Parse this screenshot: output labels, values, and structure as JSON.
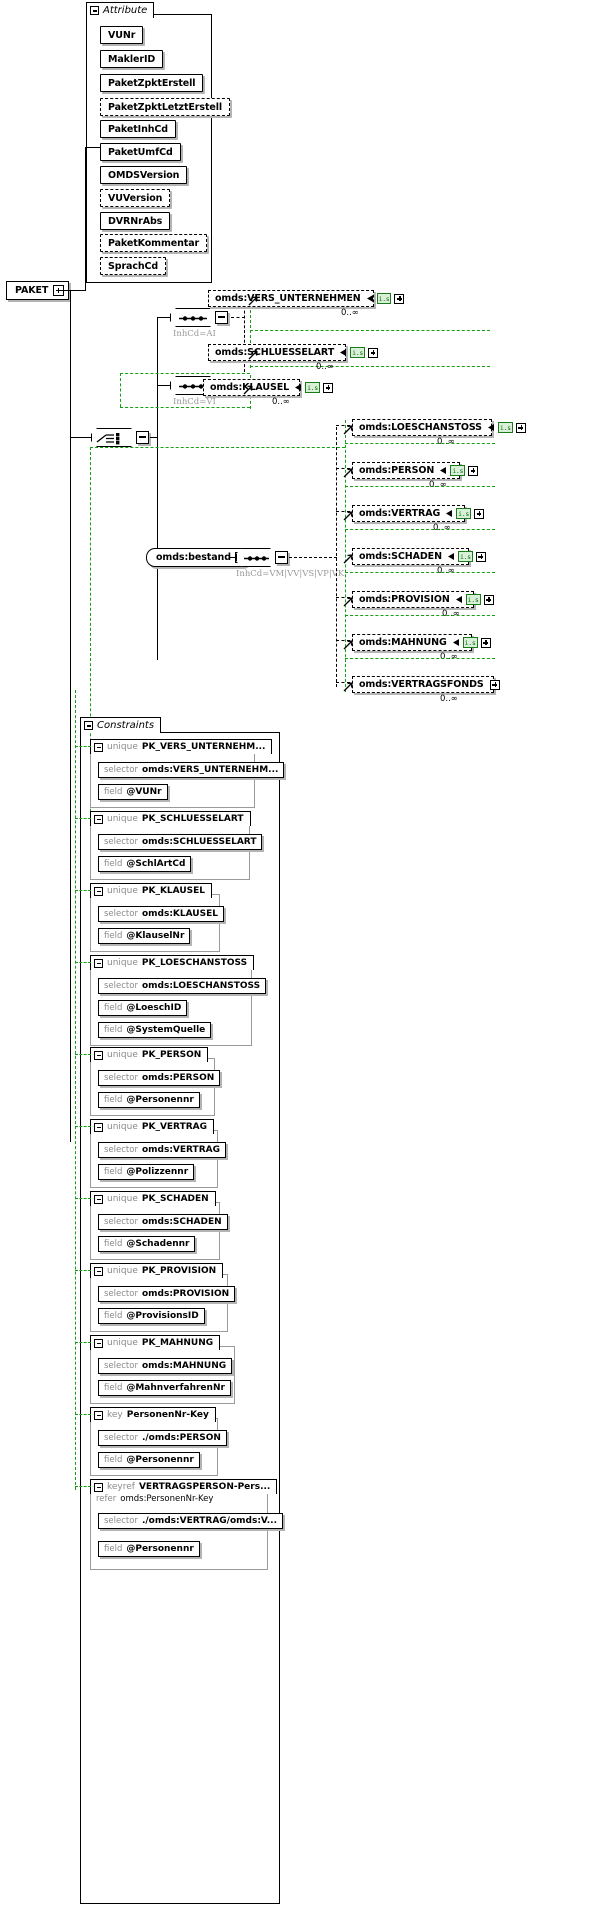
{
  "root": {
    "name": "PAKET"
  },
  "attribute_group": {
    "title": "Attribute",
    "attributes": [
      {
        "name": "VUNr",
        "optional": false
      },
      {
        "name": "MaklerID",
        "optional": false
      },
      {
        "name": "PaketZpktErstell",
        "optional": false
      },
      {
        "name": "PaketZpktLetztErstell",
        "optional": true
      },
      {
        "name": "PaketInhCd",
        "optional": false
      },
      {
        "name": "PaketUmfCd",
        "optional": false
      },
      {
        "name": "OMDSVersion",
        "optional": false
      },
      {
        "name": "VUVersion",
        "optional": true
      },
      {
        "name": "DVRNrAbs",
        "optional": false
      },
      {
        "name": "PaketKommentar",
        "optional": true
      },
      {
        "name": "SprachCd",
        "optional": true
      }
    ]
  },
  "branches": [
    {
      "compositor": "sequence",
      "condition": "InhCd=AI",
      "elements": [
        {
          "name": "omds:VERS_UNTERNEHMEN",
          "badge": "i.s",
          "occurs": "0..∞"
        },
        {
          "name": "omds:SCHLUESSELART",
          "badge": "i.s",
          "occurs": "0..∞"
        }
      ]
    },
    {
      "compositor": "sequence",
      "condition": "InhCd=VI",
      "elements": [
        {
          "name": "omds:KLAUSEL",
          "badge": "i.s",
          "occurs": "0..∞"
        }
      ]
    },
    {
      "compositor": "sequence",
      "group": "omds:bestand",
      "condition": "InhCd=VM|VV|VS|VP|VK",
      "elements": [
        {
          "name": "omds:LOESCHANSTOSS",
          "badge": "i.s",
          "occurs": "0..∞"
        },
        {
          "name": "omds:PERSON",
          "badge": "i.s",
          "occurs": "0..∞"
        },
        {
          "name": "omds:VERTRAG",
          "badge": "i.s",
          "occurs": "0..∞"
        },
        {
          "name": "omds:SCHADEN",
          "badge": "i.s",
          "occurs": "0..∞"
        },
        {
          "name": "omds:PROVISION",
          "badge": "i.s",
          "occurs": "0..∞"
        },
        {
          "name": "omds:MAHNUNG",
          "badge": "i.s",
          "occurs": "0..∞"
        },
        {
          "name": "omds:VERTRAGSFONDS",
          "badge": "i.s",
          "occurs": "0..∞"
        }
      ]
    }
  ],
  "constraints_group": {
    "title": "Constraints",
    "items": [
      {
        "kind": "unique",
        "name": "PK_VERS_UNTERNEHM...",
        "rows": [
          {
            "k": "selector",
            "v": "omds:VERS_UNTERNEHM..."
          },
          {
            "k": "field",
            "v": "@VUNr"
          }
        ]
      },
      {
        "kind": "unique",
        "name": "PK_SCHLUESSELART",
        "rows": [
          {
            "k": "selector",
            "v": "omds:SCHLUESSELART"
          },
          {
            "k": "field",
            "v": "@SchlArtCd"
          }
        ]
      },
      {
        "kind": "unique",
        "name": "PK_KLAUSEL",
        "rows": [
          {
            "k": "selector",
            "v": "omds:KLAUSEL"
          },
          {
            "k": "field",
            "v": "@KlauselNr"
          }
        ]
      },
      {
        "kind": "unique",
        "name": "PK_LOESCHANSTOSS",
        "rows": [
          {
            "k": "selector",
            "v": "omds:LOESCHANSTOSS"
          },
          {
            "k": "field",
            "v": "@LoeschID"
          },
          {
            "k": "field",
            "v": "@SystemQuelle"
          }
        ]
      },
      {
        "kind": "unique",
        "name": "PK_PERSON",
        "rows": [
          {
            "k": "selector",
            "v": "omds:PERSON"
          },
          {
            "k": "field",
            "v": "@Personennr"
          }
        ]
      },
      {
        "kind": "unique",
        "name": "PK_VERTRAG",
        "rows": [
          {
            "k": "selector",
            "v": "omds:VERTRAG"
          },
          {
            "k": "field",
            "v": "@Polizzennr"
          }
        ]
      },
      {
        "kind": "unique",
        "name": "PK_SCHADEN",
        "rows": [
          {
            "k": "selector",
            "v": "omds:SCHADEN"
          },
          {
            "k": "field",
            "v": "@Schadennr"
          }
        ]
      },
      {
        "kind": "unique",
        "name": "PK_PROVISION",
        "rows": [
          {
            "k": "selector",
            "v": "omds:PROVISION"
          },
          {
            "k": "field",
            "v": "@ProvisionsID"
          }
        ]
      },
      {
        "kind": "unique",
        "name": "PK_MAHNUNG",
        "rows": [
          {
            "k": "selector",
            "v": "omds:MAHNUNG"
          },
          {
            "k": "field",
            "v": "@MahnverfahrenNr"
          }
        ]
      },
      {
        "kind": "key",
        "name": "PersonenNr-Key",
        "rows": [
          {
            "k": "selector",
            "v": "./omds:PERSON"
          },
          {
            "k": "field",
            "v": "@Personennr"
          }
        ]
      },
      {
        "kind": "keyref",
        "name": "VERTRAGSPERSON-Pers...",
        "refer": {
          "k": "refer",
          "v": "omds:PersonenNr-Key"
        },
        "rows": [
          {
            "k": "selector",
            "v": "./omds:VERTRAG/omds:V..."
          },
          {
            "k": "field",
            "v": "@Personennr"
          }
        ]
      }
    ]
  },
  "colors": {
    "green": "#12a012",
    "shadow": "#b4b4b4",
    "muted": "#8a8a8a"
  }
}
